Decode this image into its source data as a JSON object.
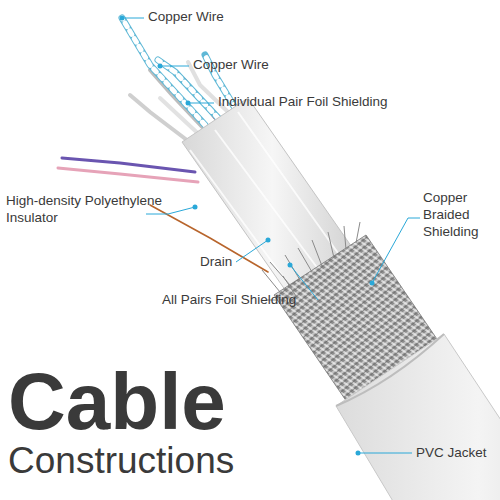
{
  "diagram": {
    "title": "Cable Constructions",
    "labels": [
      "Copper Wire",
      "Copper Wire",
      "Individual Pair Foil Shielding",
      "High-density Polyethylene Insulator",
      "Drain",
      "All Pairs Foil Shielding",
      "Copper Braided Shielding",
      "PVC Jacket"
    ]
  }
}
